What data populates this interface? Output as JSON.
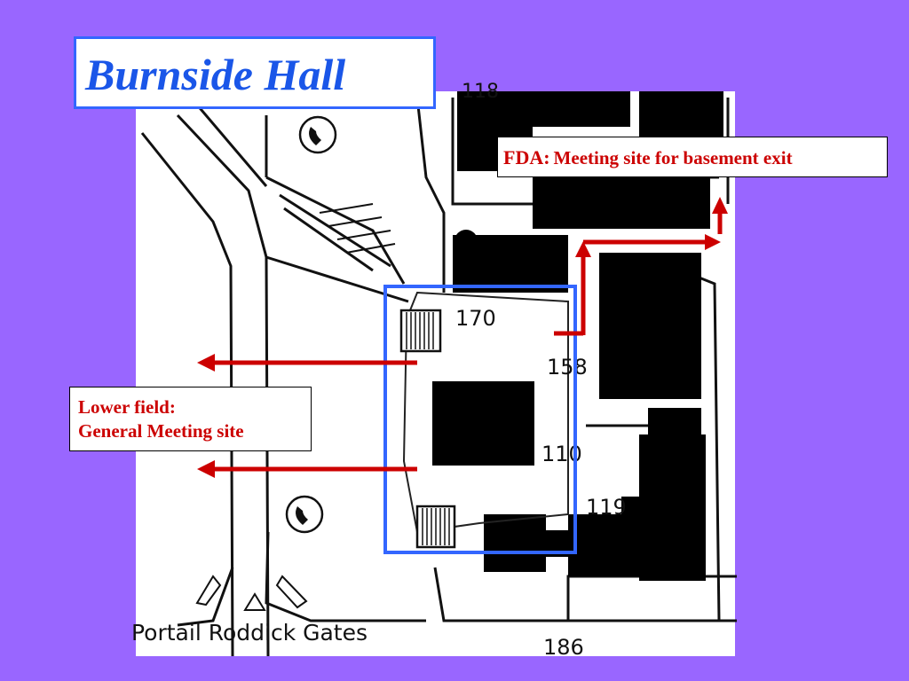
{
  "title": "Burnside Hall",
  "callouts": {
    "fda": {
      "prefix": "FDA:",
      "description": "Meeting site for basement exit"
    },
    "lower_field": {
      "line1": "Lower field:",
      "line2": "General Meeting site"
    }
  },
  "map_labels": {
    "top_number": "118",
    "building_170": "170",
    "building_158": "158",
    "building_110": "110",
    "building_119": "119",
    "building_186": "186",
    "gates": "Portail Roddick Gates"
  },
  "colors": {
    "background": "#9966ff",
    "title_text": "#1a56e8",
    "title_border": "#3366ff",
    "highlight_box": "#3366ff",
    "arrow": "#cc0000",
    "callout_text": "#cc0000"
  }
}
